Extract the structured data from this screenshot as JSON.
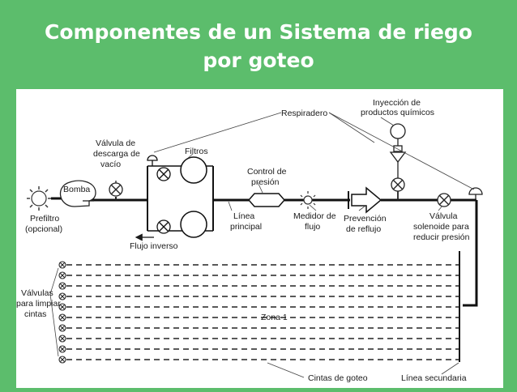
{
  "slide": {
    "title_line1": "Componentes de un Sistema de riego",
    "title_line2": "por goteo",
    "background_color": "#5cbd6c"
  },
  "diagram": {
    "labels": {
      "respiradero": "Respiradero",
      "inyeccion_1": "Inyección de",
      "inyeccion_2": "productos químicos",
      "valvula_descarga_1": "Válvula de",
      "valvula_descarga_2": "descarga de",
      "valvula_descarga_3": "vacío",
      "filtros": "Filtros",
      "control_1": "Control de",
      "control_2": "presión",
      "bomba": "Bomba",
      "prefiltro_1": "Prefiltro",
      "prefiltro_2": "(opcional)",
      "linea_principal_1": "Línea",
      "linea_principal_2": "principal",
      "medidor_1": "Medidor de",
      "medidor_2": "flujo",
      "prevencion_1": "Prevención",
      "prevencion_2": "de reflujo",
      "valvula_solenoide_1": "Válvula",
      "valvula_solenoide_2": "solenoide para",
      "valvula_solenoide_3": "reducir presión",
      "flujo_inverso": "Flujo inverso",
      "valvulas_limpiar_1": "Válvulas",
      "valvulas_limpiar_2": "para limpiar",
      "valvulas_limpiar_3": "cintas",
      "zona": "Zona 1",
      "cintas": "Cintas de goteo",
      "linea_secundaria": "Línea secundaria"
    },
    "drip_tape_count": 10
  }
}
